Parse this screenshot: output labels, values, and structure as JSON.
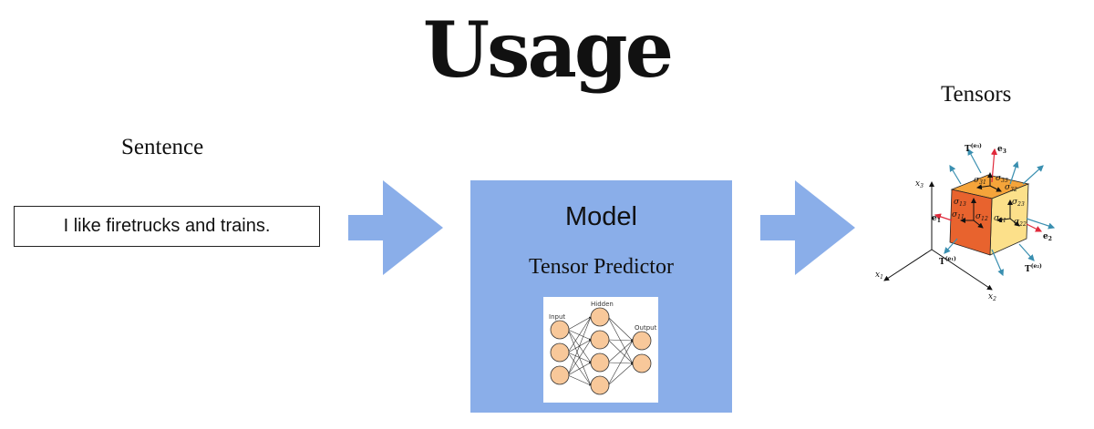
{
  "title": "Usage",
  "sentence": {
    "label": "Sentence",
    "text": "I like firetrucks and trains."
  },
  "model": {
    "title": "Model",
    "subtitle": "Tensor Predictor",
    "network": {
      "input_label": "Input",
      "hidden_label": "Hidden",
      "output_label": "Output",
      "layer_sizes": [
        3,
        4,
        2
      ]
    }
  },
  "tensors": {
    "label": "Tensors",
    "figure_labels": {
      "x1": "x",
      "x1_sub": "1",
      "x2": "x",
      "x2_sub": "2",
      "x3": "x",
      "x3_sub": "3",
      "e1": "e",
      "e1_sub": "1",
      "e2": "e",
      "e2_sub": "2",
      "e3": "e",
      "e3_sub": "3",
      "T": "T",
      "Te1": "(e₁)",
      "Te2": "(e₂)",
      "Te3": "(e₃)",
      "sigma": "σ",
      "s11": "11",
      "s12": "12",
      "s13": "13",
      "s21": "21",
      "s22": "22",
      "s23": "23",
      "s31": "31",
      "s32": "32",
      "s33": "33"
    }
  },
  "colors": {
    "arrow": "#8aaee9",
    "model_box": "#8aaee9",
    "neuron": "#f8c89a",
    "cube_front": "#e8632e",
    "cube_top": "#f5a43a",
    "cube_side": "#fce08a",
    "teal_vector": "#3a8fb0",
    "red_vector": "#e0293b"
  }
}
